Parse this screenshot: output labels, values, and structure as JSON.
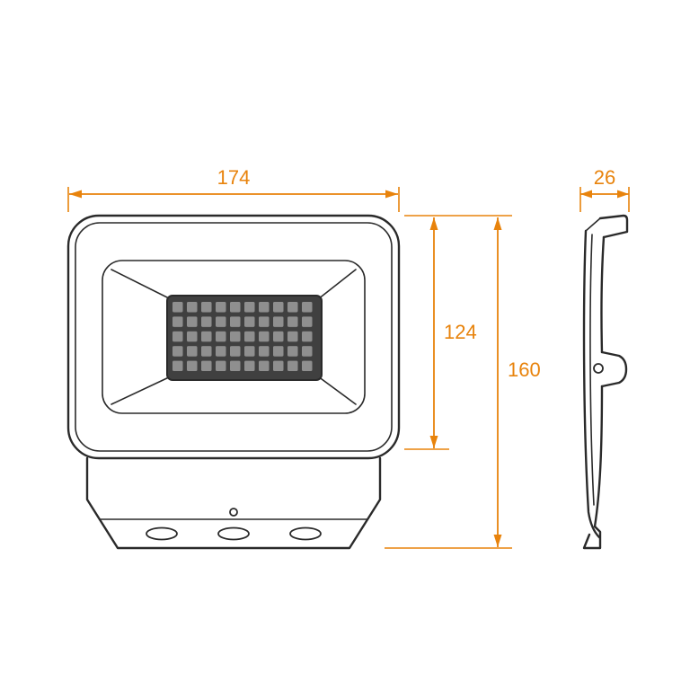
{
  "drawing": {
    "subject": "floodlight-dimension-drawing",
    "dimensions": {
      "front_width": "174",
      "side_depth": "26",
      "glass_height": "124",
      "total_height": "160"
    },
    "colors": {
      "dimension_accent": "#E8830C",
      "outline": "#2A2A2A",
      "led_panel": "#404040",
      "led_cells": "#8F8F8F"
    },
    "led_grid": {
      "columns": 10,
      "rows": 5
    }
  }
}
